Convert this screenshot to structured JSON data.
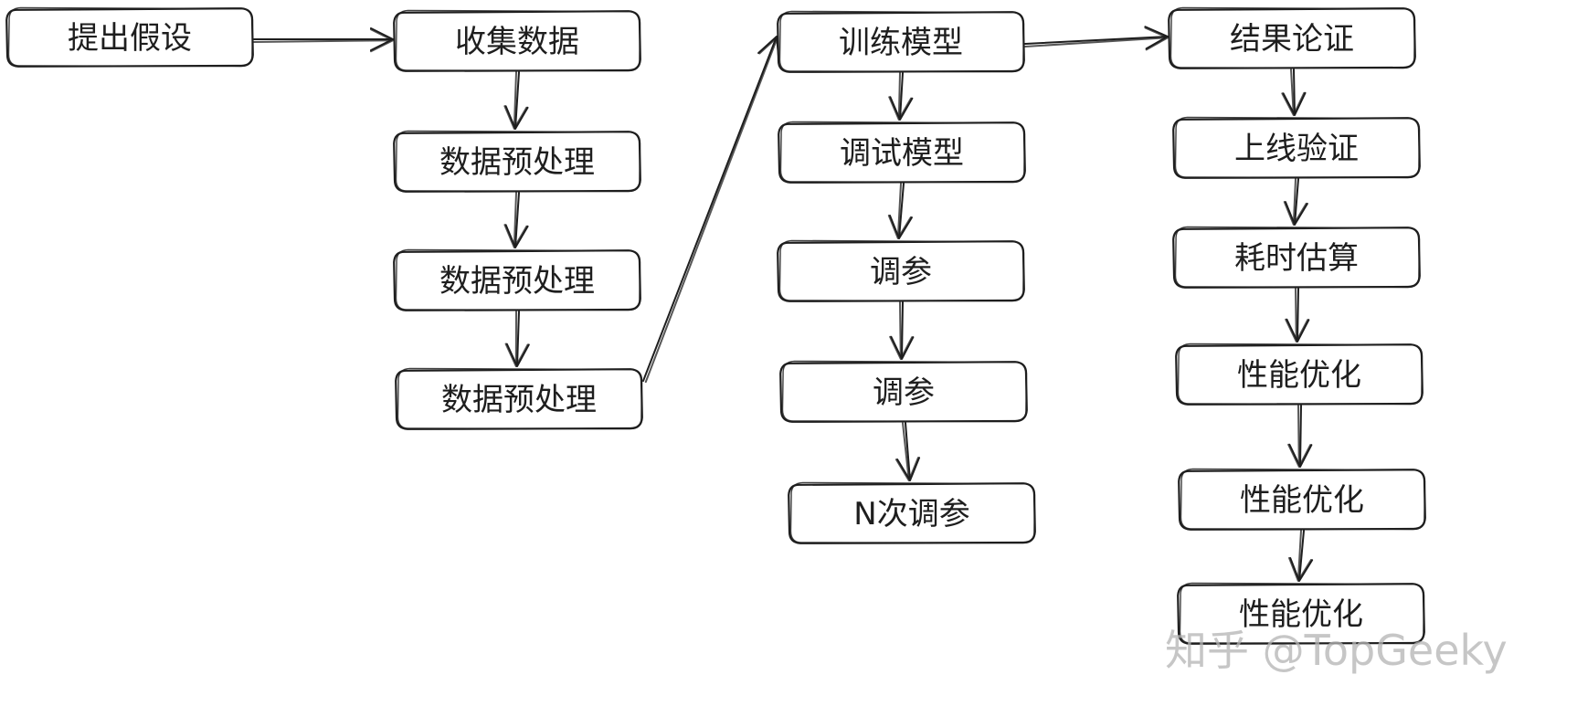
{
  "nodes": [
    {
      "id": "n_hypothesis",
      "label": "提出假设"
    },
    {
      "id": "n_collect",
      "label": "收集数据"
    },
    {
      "id": "n_prep1",
      "label": "数据预处理"
    },
    {
      "id": "n_prep2",
      "label": "数据预处理"
    },
    {
      "id": "n_prep3",
      "label": "数据预处理"
    },
    {
      "id": "n_train",
      "label": "训练模型"
    },
    {
      "id": "n_debug",
      "label": "调试模型"
    },
    {
      "id": "n_tune1",
      "label": "调参"
    },
    {
      "id": "n_tune2",
      "label": "调参"
    },
    {
      "id": "n_tuneN",
      "label": "N次调参"
    },
    {
      "id": "n_result",
      "label": "结果论证"
    },
    {
      "id": "n_online",
      "label": "上线验证"
    },
    {
      "id": "n_estimate",
      "label": "耗时估算"
    },
    {
      "id": "n_opt1",
      "label": "性能优化"
    },
    {
      "id": "n_opt2",
      "label": "性能优化"
    },
    {
      "id": "n_opt3",
      "label": "性能优化"
    }
  ],
  "edges": [
    {
      "from": "n_hypothesis",
      "to": "n_collect"
    },
    {
      "from": "n_collect",
      "to": "n_prep1"
    },
    {
      "from": "n_prep1",
      "to": "n_prep2"
    },
    {
      "from": "n_prep2",
      "to": "n_prep3"
    },
    {
      "from": "n_prep3",
      "to": "n_train"
    },
    {
      "from": "n_train",
      "to": "n_debug"
    },
    {
      "from": "n_debug",
      "to": "n_tune1"
    },
    {
      "from": "n_tune1",
      "to": "n_tune2"
    },
    {
      "from": "n_tune2",
      "to": "n_tuneN"
    },
    {
      "from": "n_train",
      "to": "n_result"
    },
    {
      "from": "n_result",
      "to": "n_online"
    },
    {
      "from": "n_online",
      "to": "n_estimate"
    },
    {
      "from": "n_estimate",
      "to": "n_opt1"
    },
    {
      "from": "n_opt1",
      "to": "n_opt2"
    },
    {
      "from": "n_opt2",
      "to": "n_opt3"
    }
  ],
  "watermark": "知乎 @TopGeeky"
}
